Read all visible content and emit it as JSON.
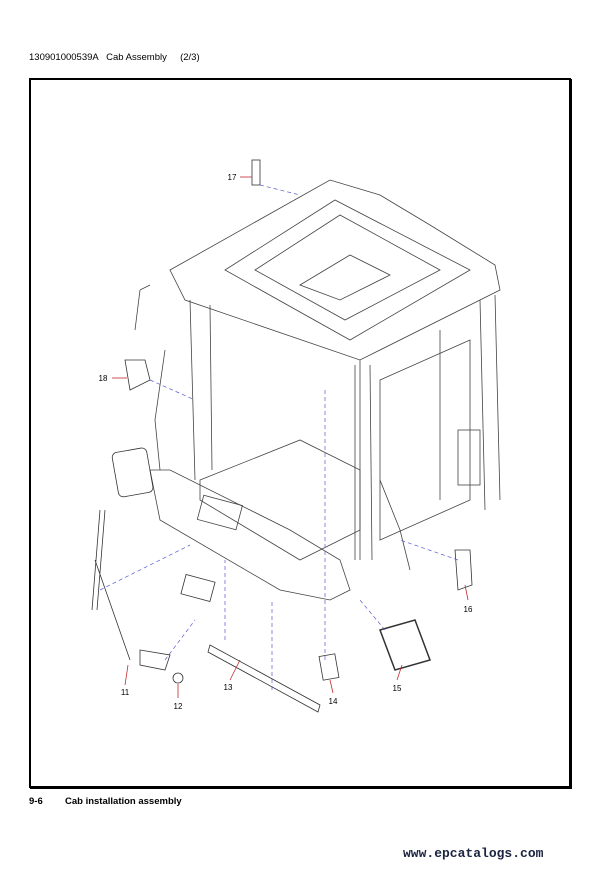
{
  "header": {
    "part_number": "130901000539A",
    "title": "Cab Assembly",
    "page_of": "(2/3)"
  },
  "footer": {
    "section": "9-6",
    "caption": "Cab installation assembly"
  },
  "watermark": "www.epcatalogs.com",
  "callouts": [
    "11",
    "12",
    "13",
    "14",
    "15",
    "16",
    "17",
    "18"
  ],
  "colors": {
    "leader": "#c0282d",
    "dashed": "#5a5ad0"
  }
}
